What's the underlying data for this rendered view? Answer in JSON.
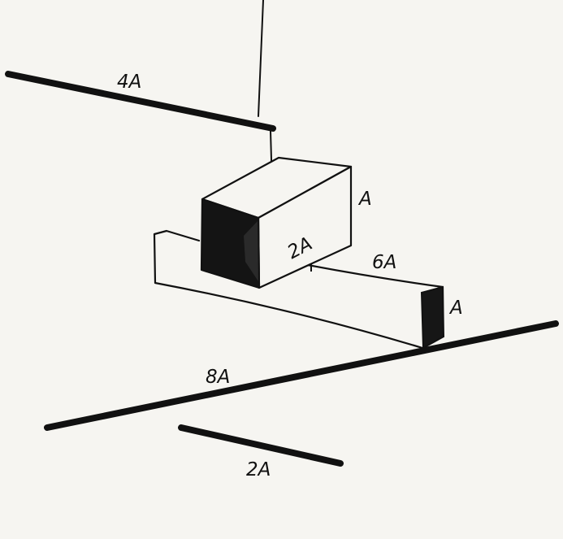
{
  "labels": {
    "top_line": "4A",
    "block_height": "A",
    "block_length": "2A",
    "beam_length": "6A",
    "beam_height": "A",
    "long_line": "8A",
    "short_line": "2A"
  },
  "colors": {
    "ink": "#111111",
    "paper": "#f6f5f1"
  }
}
